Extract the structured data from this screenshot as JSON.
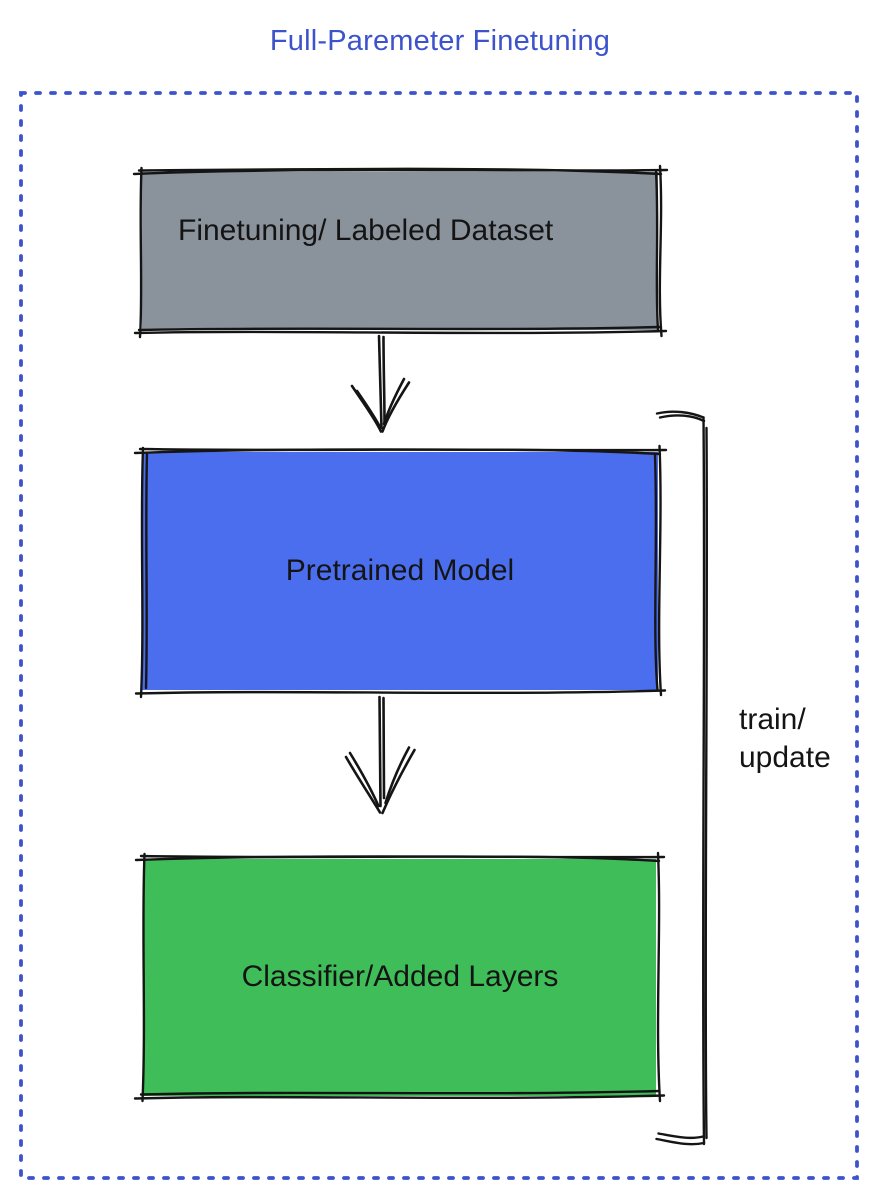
{
  "title": "Full-Paremeter Finetuning",
  "diagram": {
    "boxes": [
      {
        "label": "Finetuning/ Labeled Dataset"
      },
      {
        "label": "Pretrained Model"
      },
      {
        "label": "Classifier/Added Layers"
      }
    ],
    "bracket_label": "train/\nupdate"
  },
  "colors": {
    "accent_blue": "#3D53CC",
    "box_gray": "#8A929B",
    "box_blue": "#4B6EEF",
    "box_green": "#3FBD58",
    "ink": "#151515"
  }
}
